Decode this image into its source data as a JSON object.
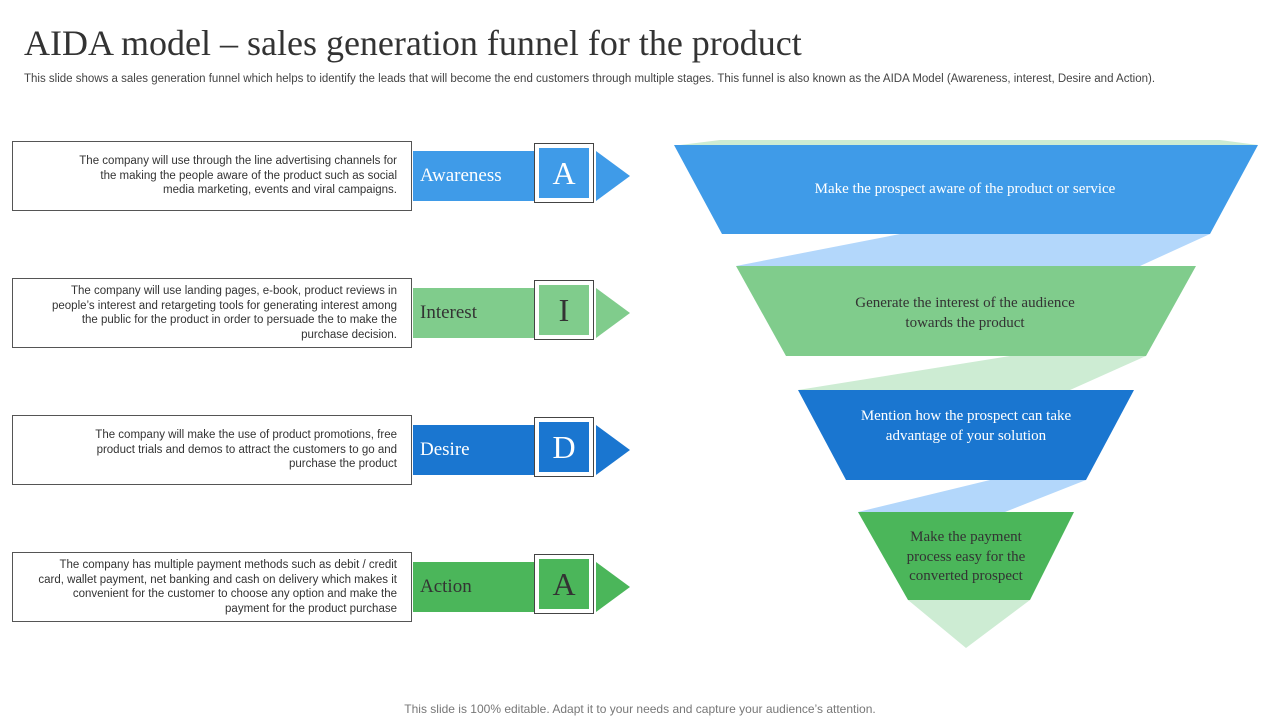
{
  "title": "AIDA model – sales generation funnel for the product",
  "subtitle": "This slide shows a sales generation funnel which helps to identify the leads that will become the end customers through multiple stages. This funnel is also known as the AIDA Model (Awareness, interest, Desire and Action).",
  "footer": "This slide is 100% editable. Adapt it to your needs and capture your audience’s attention.",
  "colors": {
    "blue_light": "#3f9be8",
    "green_light": "#80cc8c",
    "blue_dark": "#1a76d0",
    "green_dark": "#4bb65a",
    "ribbon_blue": "#b3d7fb",
    "ribbon_green": "#cdecd3"
  },
  "stages": [
    {
      "label": "Awareness",
      "letter": "A",
      "description": "The company will use through the line advertising channels for the making the people aware of the product such as social media marketing, events and viral campaigns.",
      "funnel_text": "Make the prospect aware of the product or service"
    },
    {
      "label": "Interest",
      "letter": "I",
      "description": "The company will use landing pages, e-book, product reviews in people’s interest and retargeting tools for generating interest among the public for the product in order to  persuade the to make the purchase decision.",
      "funnel_text": "Generate the interest of the audience towards the product"
    },
    {
      "label": "Desire",
      "letter": "D",
      "description": "The company will make the use of product promotions, free product trials and demos to attract the customers to go and purchase the product",
      "funnel_text": "Mention how the prospect can take advantage of your solution"
    },
    {
      "label": "Action",
      "letter": "A",
      "description": "The company has multiple payment methods such as debit / credit card, wallet payment, net banking and cash on delivery which makes it convenient for the customer to choose any option and make the payment for the product purchase",
      "funnel_text": "Make the payment process easy for the converted prospect"
    }
  ]
}
